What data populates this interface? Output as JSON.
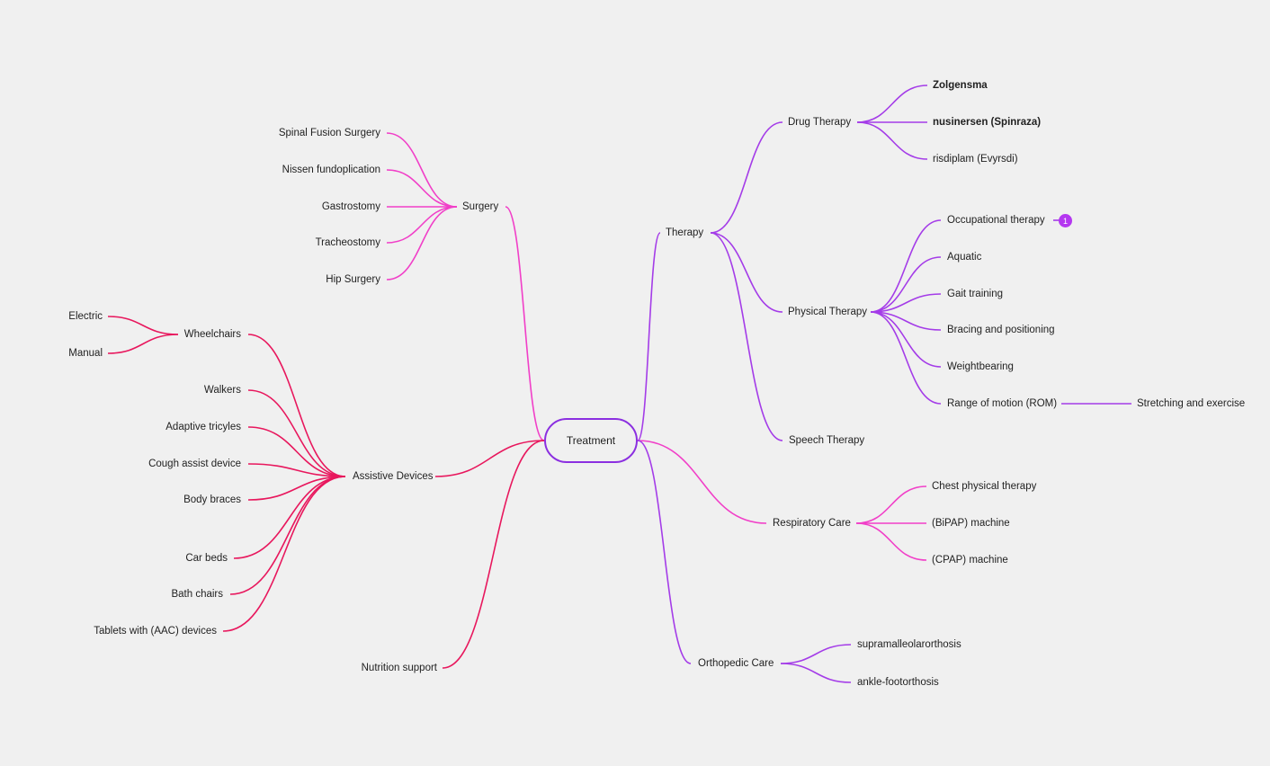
{
  "colors": {
    "root_border": "#8b2fe0",
    "assistive": "#e8175d",
    "nutrition": "#e8175d",
    "surgery": "#f13fc8",
    "therapy": "#a43ce8",
    "respiratory": "#f13fc8",
    "orthopedic": "#a43ce8"
  },
  "root": {
    "label": "Treatment"
  },
  "nodes": {
    "surgery": "Surgery",
    "spinal_fusion": "Spinal Fusion Surgery",
    "nissen": "Nissen fundoplication",
    "gastrostomy": "Gastrostomy",
    "tracheostomy": "Tracheostomy",
    "hip_surgery": "Hip Surgery",
    "assistive": "Assistive Devices",
    "wheelchairs": "Wheelchairs",
    "electric": "Electric",
    "manual": "Manual",
    "walkers": "Walkers",
    "tricyles": "Adaptive tricyles",
    "cough": "Cough assist device",
    "braces": "Body braces",
    "car_beds": "Car beds",
    "bath_chairs": "Bath chairs",
    "tablets": "Tablets with (AAC) devices",
    "nutrition": "Nutrition support",
    "therapy": "Therapy",
    "drug": "Drug Therapy",
    "zolgensma": "Zolgensma",
    "nusinersen": "nusinersen (Spinraza)",
    "risdiplam": "risdiplam (Evyrsdi)",
    "physical": "Physical Therapy",
    "occupational": "Occupational therapy",
    "occupational_badge": "1",
    "aquatic": "Aquatic",
    "gait": "Gait training",
    "bracing": "Bracing and positioning",
    "weightbearing": "Weightbearing",
    "rom": "Range of motion (ROM)",
    "stretching": "Stretching and exercise",
    "speech": "Speech Therapy",
    "respiratory": "Respiratory Care",
    "chest": "Chest physical therapy",
    "bipap": "(BiPAP) machine",
    "cpap": "(CPAP) machine",
    "orthopedic": "Orthopedic Care",
    "supramalleolar": "supramalleolarorthosis",
    "ankle_foot": "ankle-footorthosis"
  }
}
